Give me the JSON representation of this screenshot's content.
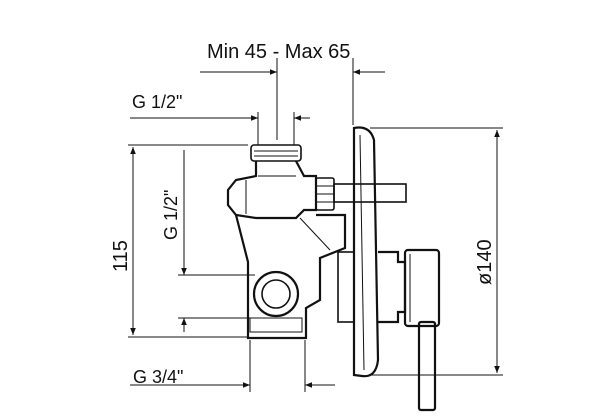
{
  "dimensions": {
    "min_max_label": "Min 45 - Max 65",
    "inlet_top_label": "G 1/2\"",
    "outlet_side_label": "G 1/2\"",
    "height_label": "115",
    "bottom_inlet_label": "G 3/4\"",
    "diameter_label": "ø140"
  },
  "colors": {
    "line": "#111111",
    "background": "#ffffff"
  }
}
